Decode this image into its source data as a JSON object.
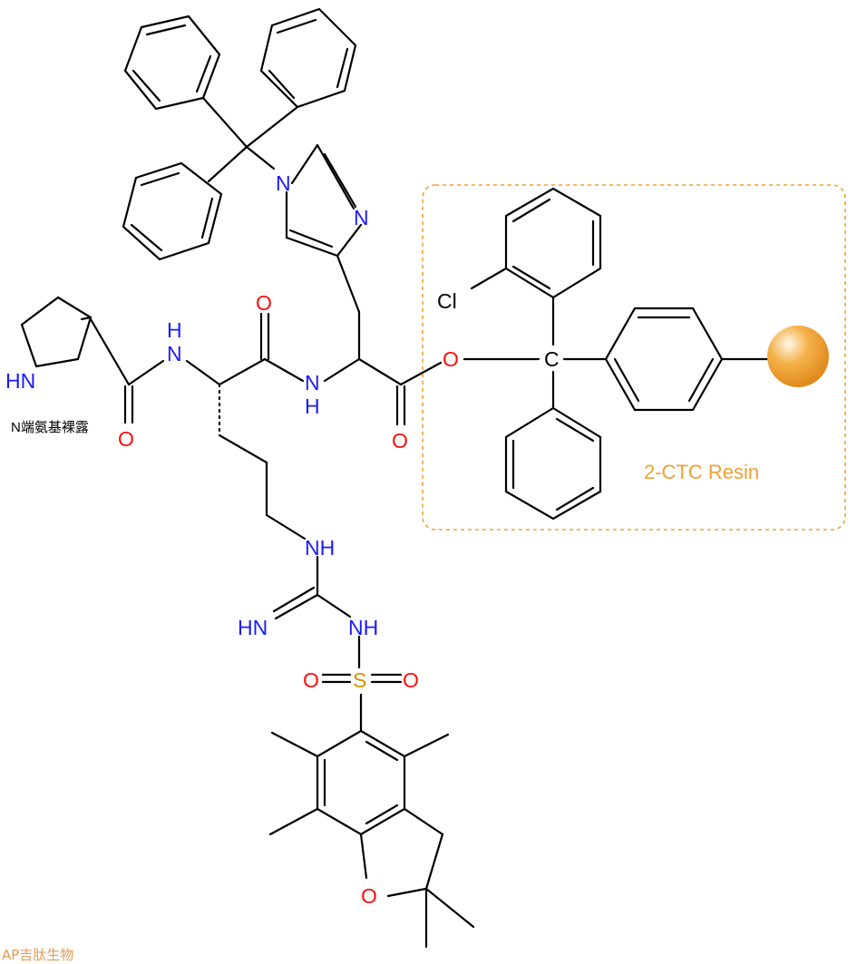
{
  "colors": {
    "bond": "#000000",
    "nitrogen": "#1a1aff",
    "oxygen": "#ff0d0d",
    "sulfur": "#cc9600",
    "resin_accent": "#f0a030",
    "watermark": "#e08a3a"
  },
  "molecule": {
    "prolyl_amine_label": "HN",
    "note_label": "N端氨基裸露",
    "amide1_nh": "H",
    "amide1_n": "N",
    "amide1_o": "O",
    "amide2_o": "O",
    "amide2_n": "N",
    "amide2_nh": "H",
    "ester_o_carbonyl": "O",
    "ester_o_link": "O",
    "trityl_n": "N",
    "imidazole_n": "N",
    "guan_nh1": "NH",
    "guan_imine": "HN",
    "guan_nh2": "NH",
    "sulfonyl_s": "S",
    "sulfonyl_o_left": "O",
    "sulfonyl_o_right": "O",
    "furan_o": "O",
    "chloro": "Cl",
    "central_c": "C"
  },
  "resin": {
    "label": "2-CTC Resin",
    "bead_icon": "resin-bead-icon"
  },
  "watermark": {
    "text": "AP吉肽生物"
  }
}
